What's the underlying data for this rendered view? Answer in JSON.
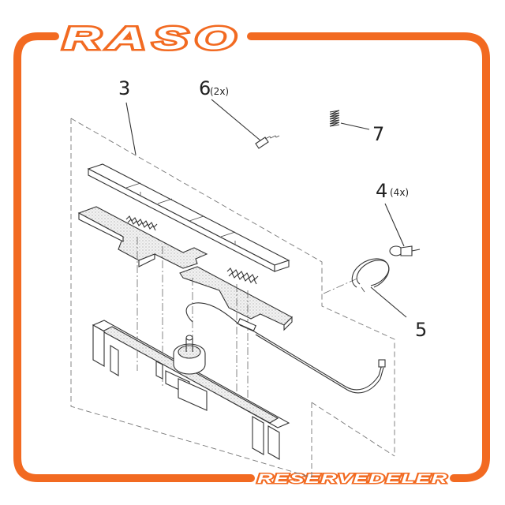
{
  "brand": {
    "name": "RASO",
    "tagline": "RESERVEDELER",
    "accent_color": "#f26a21"
  },
  "callouts": [
    {
      "id": "3",
      "label": "3",
      "qty": ""
    },
    {
      "id": "6",
      "label": "6",
      "qty": "(2x)"
    },
    {
      "id": "7",
      "label": "7",
      "qty": ""
    },
    {
      "id": "4",
      "label": "4",
      "qty": "(4x)"
    },
    {
      "id": "5",
      "label": "5",
      "qty": ""
    }
  ]
}
